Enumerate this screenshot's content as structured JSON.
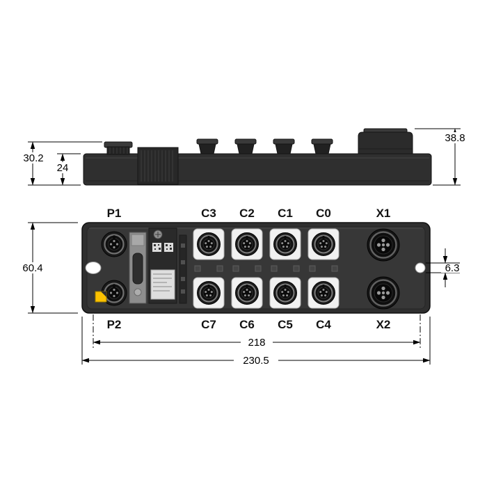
{
  "side_view": {
    "dim_height_with_connectors": "30.2",
    "dim_body_height": "24",
    "dim_total_height": "38.8"
  },
  "front_view": {
    "dim_height": "60.4",
    "dim_hole_diameter": "6.3",
    "dim_mounting_distance": "218",
    "dim_total_width": "230.5",
    "top_labels": [
      "P1",
      "C3",
      "C2",
      "C1",
      "C0",
      "X1"
    ],
    "bottom_labels": [
      "P2",
      "C7",
      "C6",
      "C5",
      "C4",
      "X2"
    ]
  },
  "colors": {
    "body": "#2f2f2f",
    "accent_yellow": "#fcc200",
    "line": "#000000"
  }
}
